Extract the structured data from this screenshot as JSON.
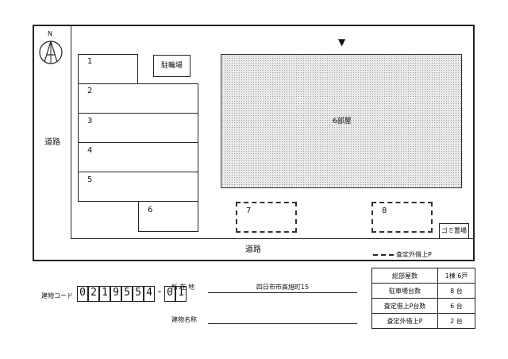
{
  "site": {
    "compass_letter": "N",
    "road_left_label": "道路",
    "road_bottom_label": "道路",
    "bicycle_parking_label": "駐輪場",
    "building_label": "6部屋",
    "garbage_label": "ゴミ置場",
    "legend_label": "査定外借上P",
    "parking_units": [
      "1",
      "2",
      "3",
      "4",
      "5",
      "6"
    ],
    "outside_parking": [
      "7",
      "8"
    ],
    "entrance_marker": "▼"
  },
  "footer": {
    "building_code_label": "建物コード",
    "building_code_digits": [
      "0",
      "2",
      "1",
      "9",
      "5",
      "5",
      "4",
      "-",
      "0",
      "1"
    ],
    "address_label": "所 在 地",
    "address_value": "四日市市高旭町15",
    "name_label": "建物名称",
    "name_value": ""
  },
  "stats": [
    {
      "label": "総部屋数",
      "value": "1棟 6戸"
    },
    {
      "label": "駐車場台数",
      "value": "8 台"
    },
    {
      "label": "査定借上P台数",
      "value": "6 台"
    },
    {
      "label": "査定外借上P",
      "value": "2 台"
    }
  ]
}
